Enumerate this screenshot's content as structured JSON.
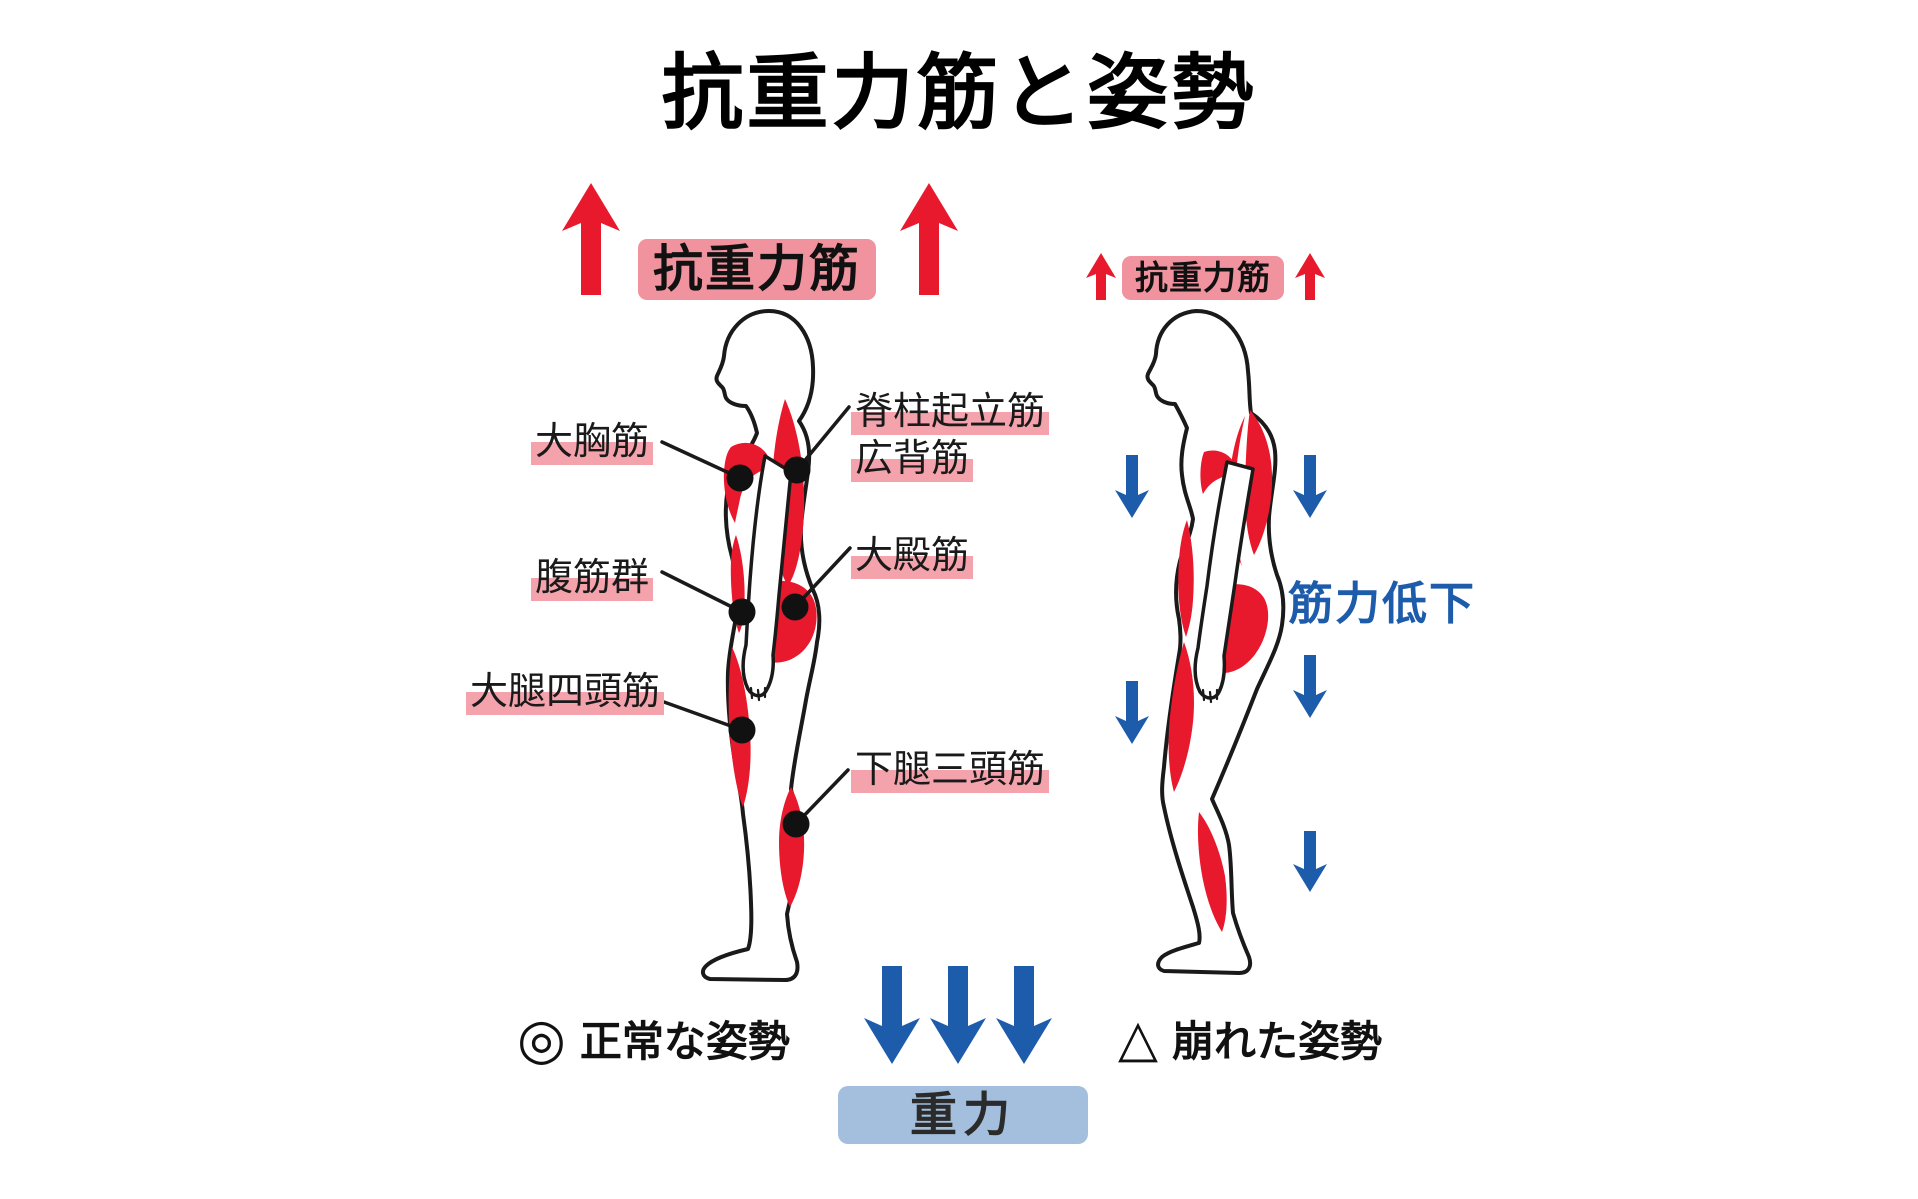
{
  "title": "抗重力筋と姿勢",
  "palette": {
    "red": "#e8192d",
    "pink_badge": "#f0939e",
    "pink_highlight": "#f4a3ad",
    "blue": "#1d5bab",
    "gravity_box_bg": "#a3bfdd",
    "ink": "#1a1a1a"
  },
  "left": {
    "badge": "抗重力筋",
    "labels": {
      "pectoralis_major": "大胸筋",
      "abdominal_group": "腹筋群",
      "quadriceps": "大腿四頭筋",
      "erector_spinae": "脊柱起立筋",
      "latissimus_dorsi": "広背筋",
      "gluteus_maximus": "大殿筋",
      "triceps_surae": "下腿三頭筋"
    },
    "caption_icon": "◎",
    "caption_text": "正常な姿勢"
  },
  "right": {
    "badge": "抗重力筋",
    "weakness_text": "筋力低下",
    "caption_icon": "△",
    "caption_text": "崩れた姿勢"
  },
  "gravity": {
    "label": "重力"
  }
}
